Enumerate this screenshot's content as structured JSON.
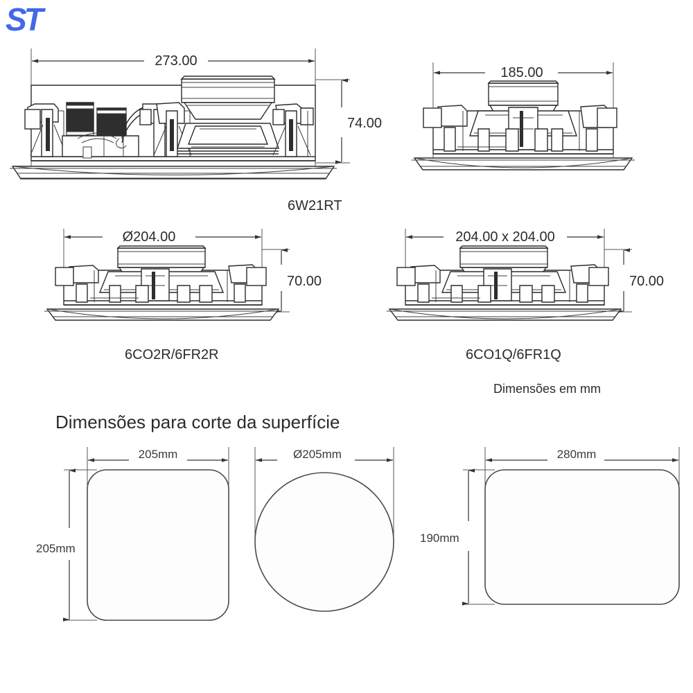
{
  "logo": {
    "text": "ST",
    "color": "#4169E8"
  },
  "drawings": [
    {
      "id": "top-left",
      "model_label": "6W21RT",
      "width_dim": "273.00",
      "height_dim": "74.00",
      "shape": "rectangular-inwall"
    },
    {
      "id": "top-right",
      "model_label": "",
      "width_dim": "185.00",
      "height_dim": "",
      "shape": "round-ceiling"
    },
    {
      "id": "mid-left",
      "model_label": "6CO2R/6FR2R",
      "width_dim": "Ø204.00",
      "height_dim": "70.00",
      "shape": "round-ceiling"
    },
    {
      "id": "mid-right",
      "model_label": "6CO1Q/6FR1Q",
      "width_dim": "204.00 x 204.00",
      "height_dim": "70.00",
      "shape": "square-ceiling"
    }
  ],
  "notes": {
    "units": "Dimensões em mm"
  },
  "cutout_section": {
    "title": "Dimensões para corte da superfície",
    "cutouts": [
      {
        "id": "square-cutout",
        "shape": "rounded-square",
        "width_label": "205mm",
        "height_label": "205mm"
      },
      {
        "id": "circle-cutout",
        "shape": "circle",
        "width_label": "Ø205mm",
        "height_label": ""
      },
      {
        "id": "rect-cutout",
        "shape": "rounded-rectangle",
        "width_label": "280mm",
        "height_label": "190mm"
      }
    ]
  }
}
